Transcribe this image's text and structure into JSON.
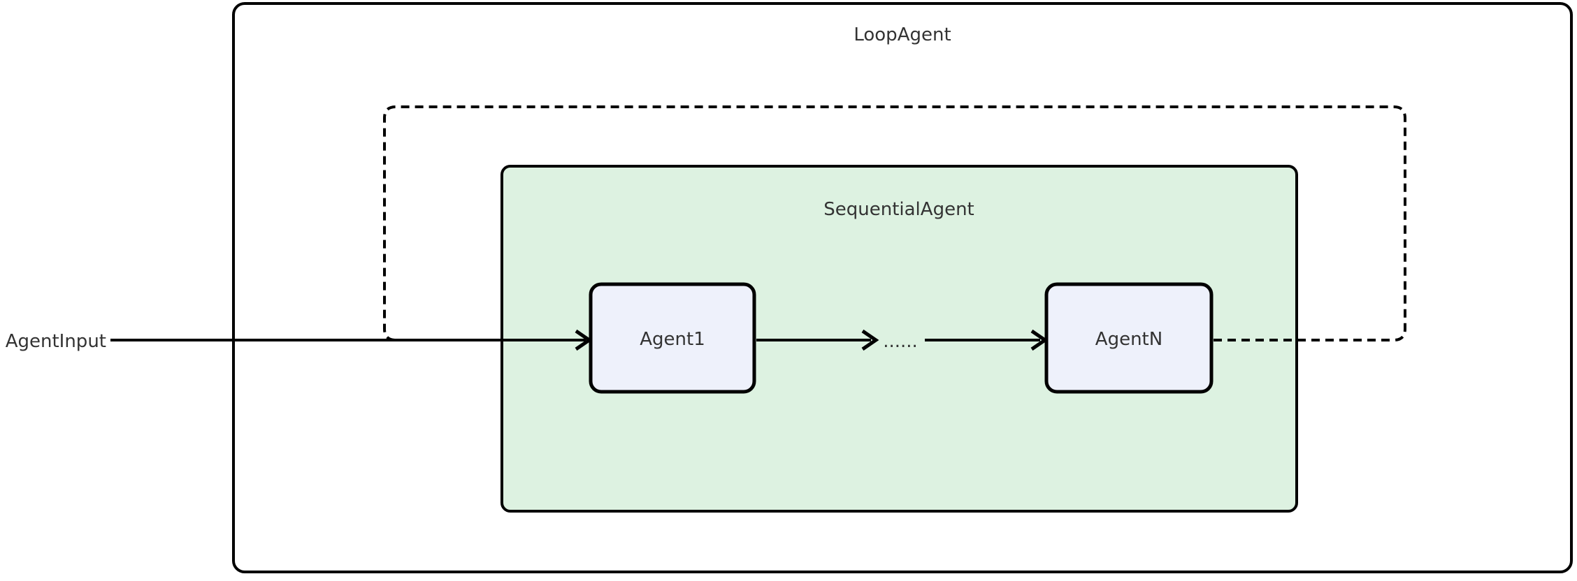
{
  "diagram": {
    "type": "flowchart",
    "outer_container": {
      "label": "LoopAgent"
    },
    "cluster": {
      "label": "SequentialAgent"
    },
    "input_label": "AgentInput",
    "nodes": {
      "first": "Agent1",
      "last": "AgentN"
    },
    "ellipsis": "......",
    "edges": [
      {
        "from": "AgentInput",
        "to": "Agent1",
        "style": "solid-arrow"
      },
      {
        "from": "Agent1",
        "to": "......",
        "style": "solid-arrow"
      },
      {
        "from": "......",
        "to": "AgentN",
        "style": "solid-arrow"
      },
      {
        "from": "AgentN",
        "to": "Agent1",
        "style": "dashed-loopback"
      }
    ],
    "colors": {
      "background": "#ffffff",
      "cluster_fill": "#ddf2e1",
      "node_fill": "#eef1fb",
      "stroke": "#000000",
      "text": "#333333"
    }
  }
}
